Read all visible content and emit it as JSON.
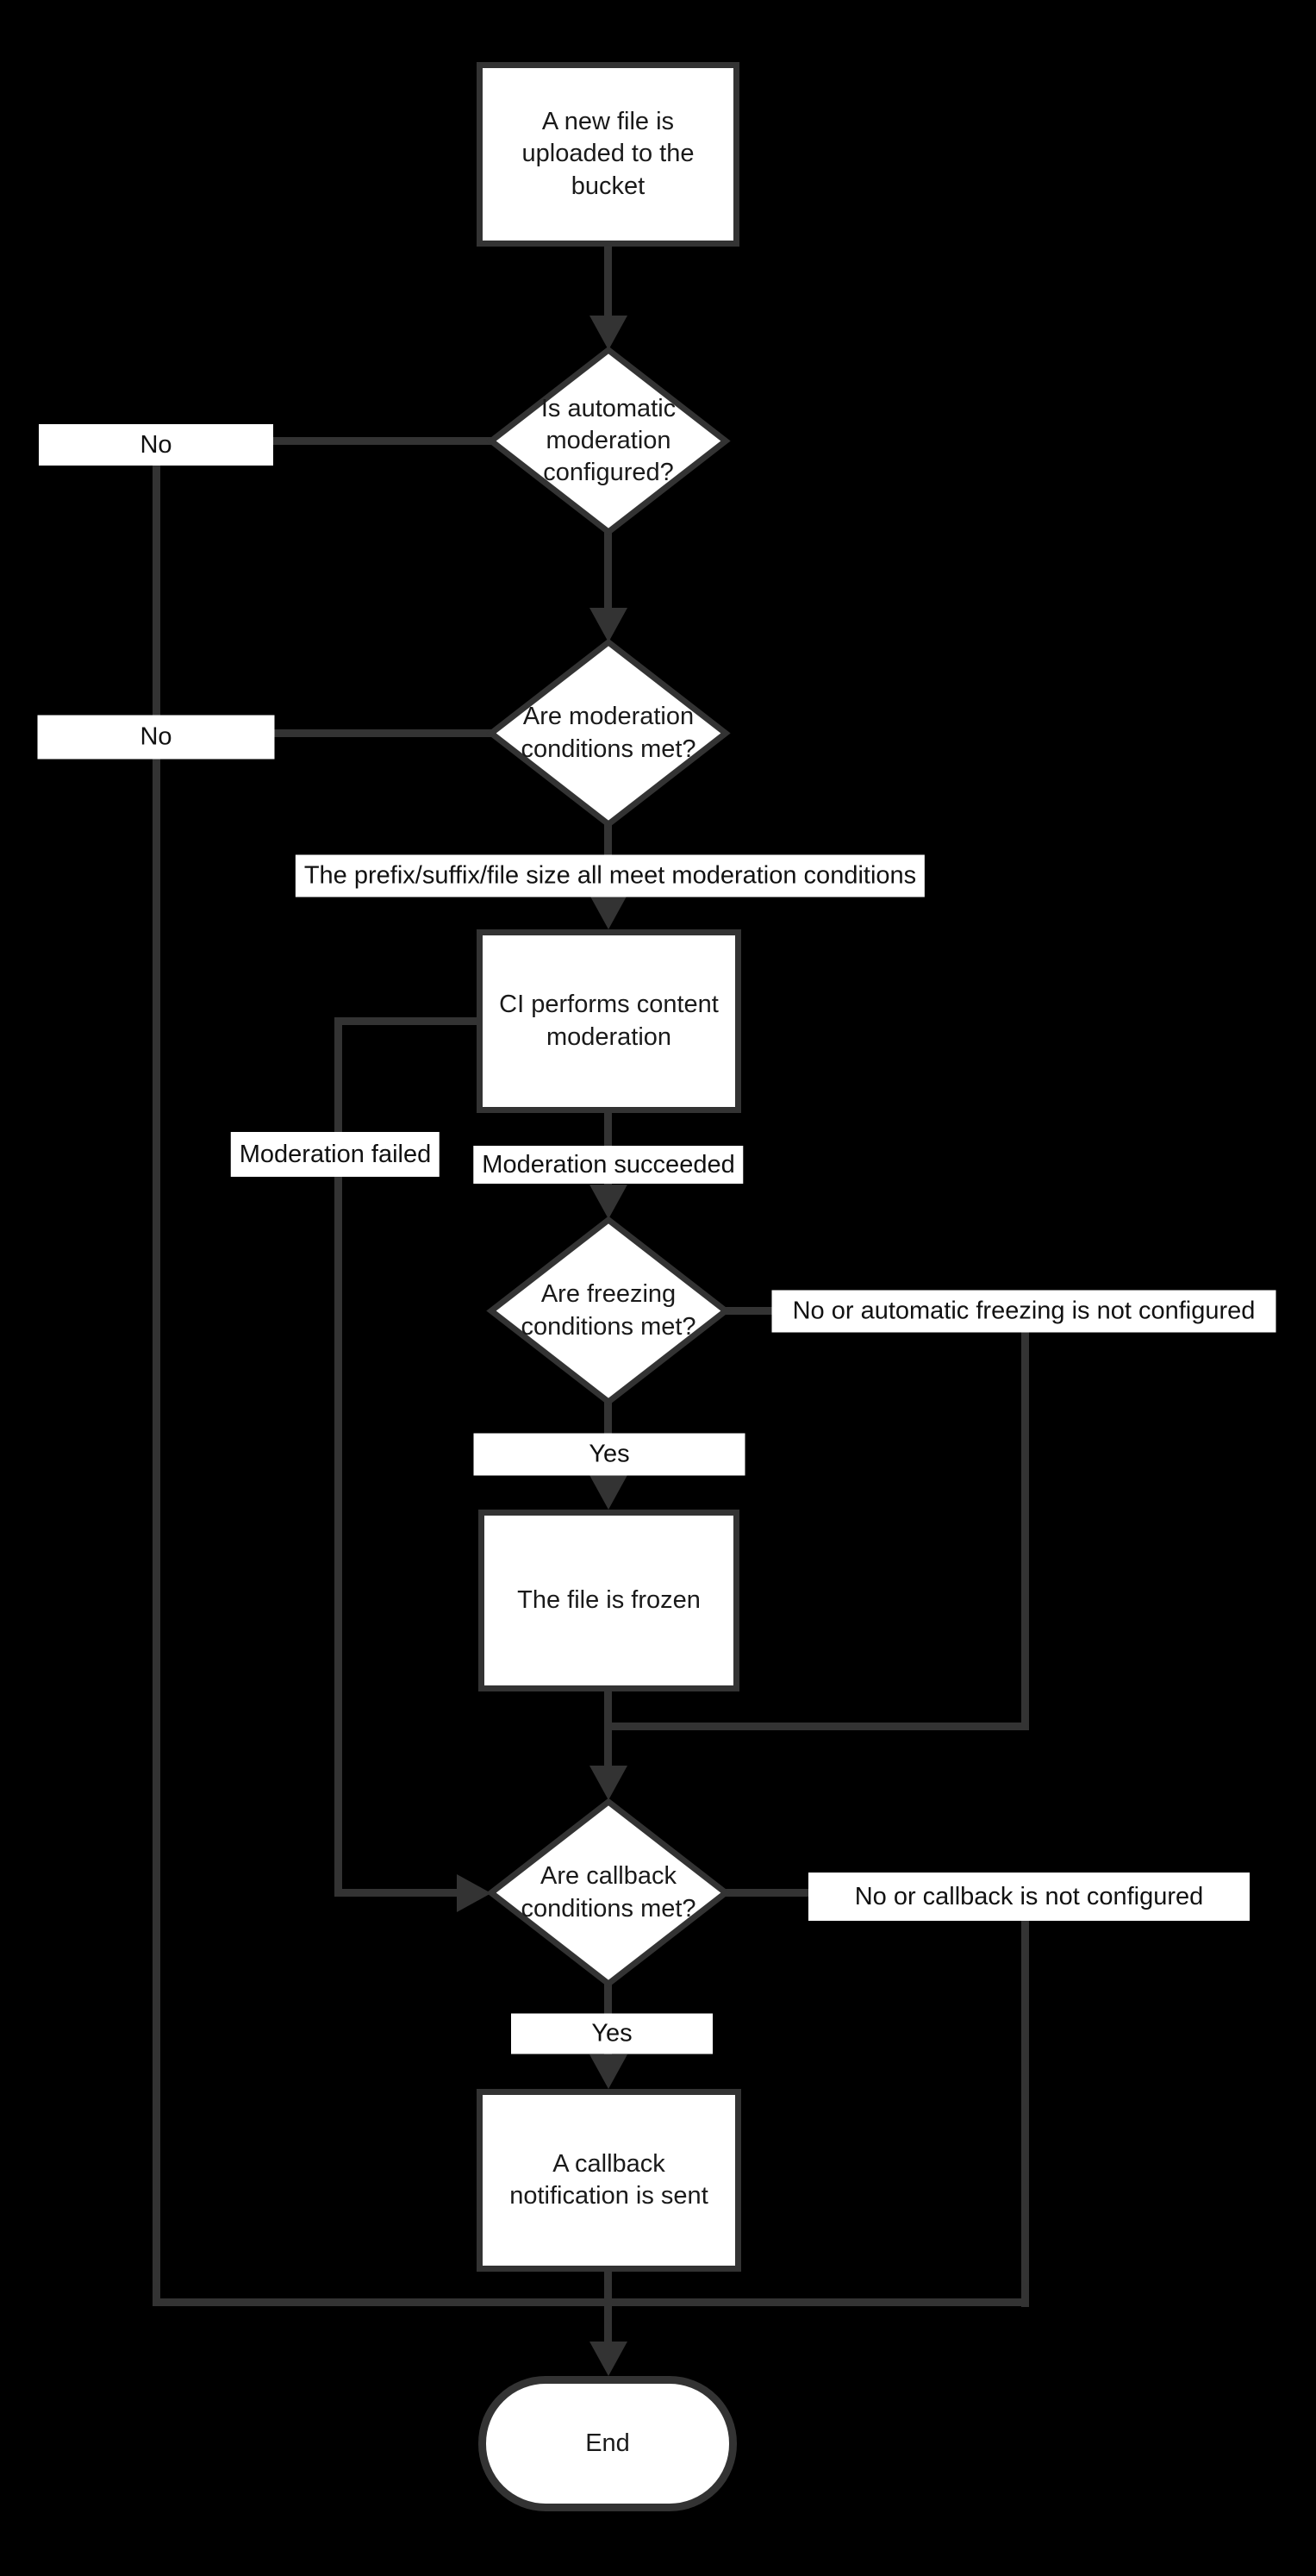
{
  "diagram": {
    "title": "Automatic content moderation flowchart",
    "colors": {
      "background": "#000000",
      "node_fill": "#ffffff",
      "stroke": "#333333",
      "node_text": "#1a1a1a",
      "label_text": "#111111"
    },
    "nodes": {
      "start": {
        "label": "A new file is\nuploaded to the\nbucket",
        "shape": "rectangle"
      },
      "auto_moderation": {
        "label": "Is automatic\nmoderation\nconfigured?",
        "shape": "diamond"
      },
      "moderation_conditions": {
        "label": "Are moderation\nconditions met?",
        "shape": "diamond"
      },
      "ci_moderation": {
        "label": "CI performs content\nmoderation",
        "shape": "rectangle"
      },
      "freezing_conditions": {
        "label": "Are freezing\nconditions met?",
        "shape": "diamond"
      },
      "file_frozen": {
        "label": "The file is frozen",
        "shape": "rectangle"
      },
      "callback_conditions": {
        "label": "Are callback\nconditions met?",
        "shape": "diamond"
      },
      "callback_sent": {
        "label": "A callback\nnotification is sent",
        "shape": "rectangle"
      },
      "end": {
        "label": "End",
        "shape": "terminal"
      }
    },
    "edge_labels": {
      "auto_moderation_no": "No",
      "moderation_conditions_no": "No",
      "moderation_conditions_yes": "The prefix/suffix/file size all meet moderation conditions",
      "moderation_failed": "Moderation failed",
      "moderation_succeeded": "Moderation succeeded",
      "freezing_no": "No or automatic freezing is not configured",
      "freezing_yes": "Yes",
      "callback_no": "No or callback is not configured",
      "callback_yes": "Yes"
    }
  }
}
